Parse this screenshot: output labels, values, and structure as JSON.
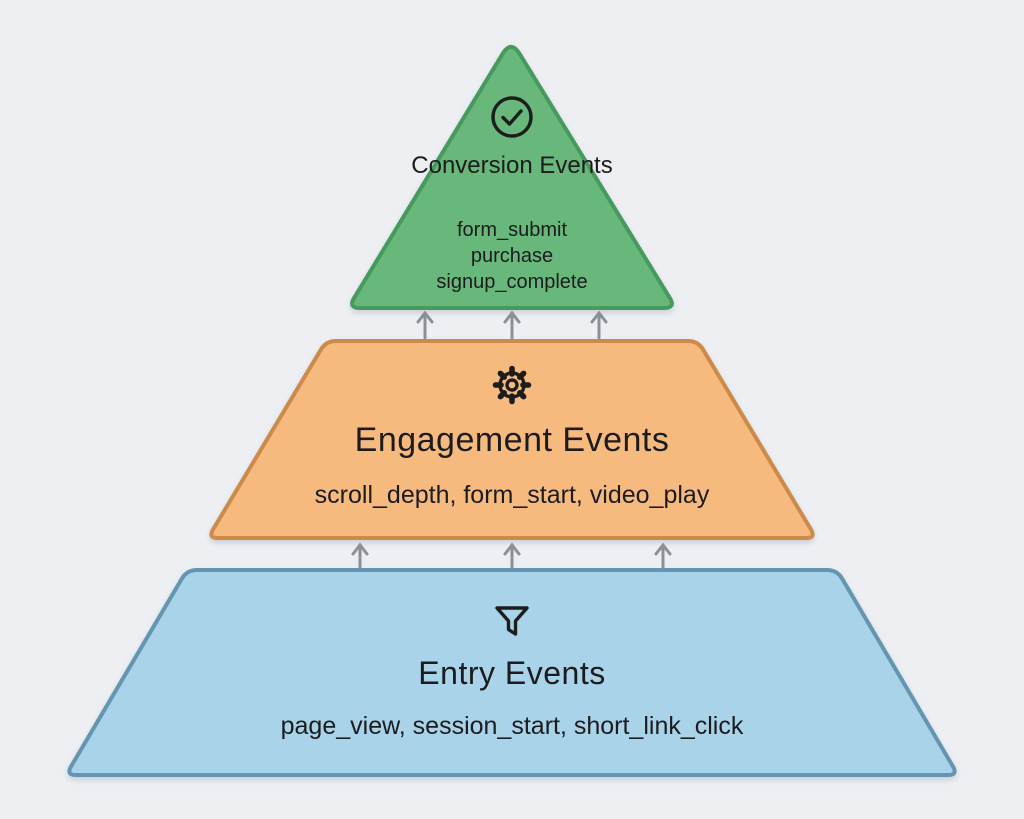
{
  "canvas": {
    "background_color": "#edeff3",
    "text_color": "#1c1c1e",
    "icon_color": "#1d1d1d",
    "arrow_color": "#8b9097"
  },
  "pyramid": {
    "top": {
      "title": "Conversion Events",
      "items": [
        "form_submit",
        "purchase",
        "signup_complete"
      ],
      "icon": "check-circle-icon",
      "fill": "#68b87b",
      "border": "#479a5d"
    },
    "middle": {
      "title": "Engagement Events",
      "items_text": "scroll_depth, form_start, video_play",
      "icon": "gear-icon",
      "fill": "#f7ba7e",
      "border": "#cd8a48"
    },
    "bottom": {
      "title": "Entry Events",
      "items_text": "page_view, session_start, short_link_click",
      "icon": "funnel-icon",
      "fill": "#a9d3e8",
      "border": "#6496b1"
    }
  }
}
